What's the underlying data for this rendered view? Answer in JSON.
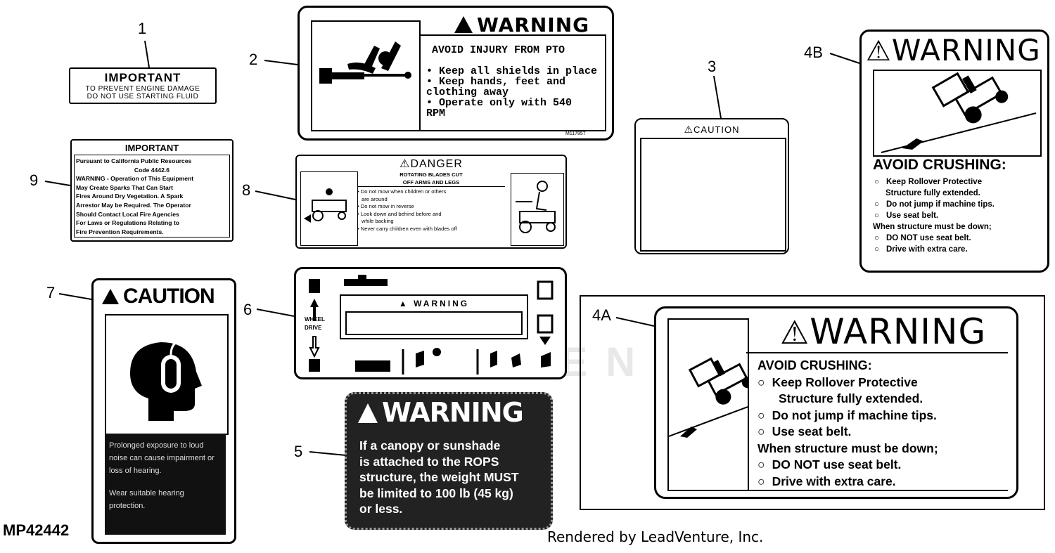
{
  "callouts": {
    "c1": "1",
    "c2": "2",
    "c3": "3",
    "c4b": "4B",
    "c9": "9",
    "c8": "8",
    "c7": "7",
    "c6": "6",
    "c4a": "4A",
    "c5": "5"
  },
  "part_id": "MP42442",
  "credit": "Rendered by LeadVenture, Inc.",
  "watermark": "LEADVENTURE",
  "decal1": {
    "title": "IMPORTANT",
    "line1": "TO PREVENT ENGINE DAMAGE",
    "line2": "DO NOT USE STARTING FLUID"
  },
  "decal2": {
    "header": "WARNING",
    "subtitle": "AVOID INJURY FROM PTO",
    "bullets": [
      "Keep all shields in place",
      "Keep hands, feet and clothing away",
      "Operate only with 540 RPM"
    ],
    "code": "M117857"
  },
  "decal3": {
    "header": "CAUTION"
  },
  "decal4b": {
    "header": "WARNING",
    "title": "AVOID CRUSHING:",
    "b1": "Keep Rollover Protective",
    "b1b": "Structure fully extended.",
    "b2": "Do not jump if machine tips.",
    "b3": "Use seat belt.",
    "when": "When structure must be down;",
    "b4": "DO NOT use seat belt.",
    "b5": "Drive with extra care."
  },
  "decal4a": {
    "header": "WARNING",
    "title": "AVOID CRUSHING:",
    "b1": "Keep Rollover Protective",
    "b1b": "Structure fully extended.",
    "b2": "Do not jump if machine tips.",
    "b3": "Use seat belt.",
    "when": "When structure must be down;",
    "b4": "DO NOT use seat belt.",
    "b5": "Drive with extra care."
  },
  "decal9": {
    "title": "IMPORTANT",
    "lines": [
      "Pursuant to California Public Resources",
      "Code 4442.6",
      "WARNING - Operation of This Equipment",
      "May Create Sparks That Can Start",
      "Fires Around Dry Vegetation. A Spark",
      "Arrestor May be Required. The Operator",
      "Should Contact Local Fire Agencies",
      "For Laws or Regulations Relating to",
      "Fire Prevention Requirements."
    ]
  },
  "decal8": {
    "header": "DANGER",
    "sub1": "ROTATING BLADES CUT",
    "sub2": "OFF ARMS AND LEGS",
    "bullets": [
      "Do not mow when children or others",
      "are around",
      "Do not mow in reverse",
      "Look down and behind before and",
      "while backing",
      "Never carry children even with blades off"
    ]
  },
  "decal7": {
    "header": "CAUTION",
    "text1": "Prolonged exposure to loud noise can cause impairment or loss of hearing.",
    "text2": "Wear suitable hearing protection."
  },
  "decal6": {
    "header": "WARNING",
    "wheel": "WHEEL",
    "drive": "DRIVE"
  },
  "decal5": {
    "header": "WARNING",
    "l1": "If a canopy or sunshade",
    "l2": "is attached to the ROPS",
    "l3": "structure, the weight MUST",
    "l4": "be limited to 100 lb (45 kg)",
    "l5": "or less."
  }
}
